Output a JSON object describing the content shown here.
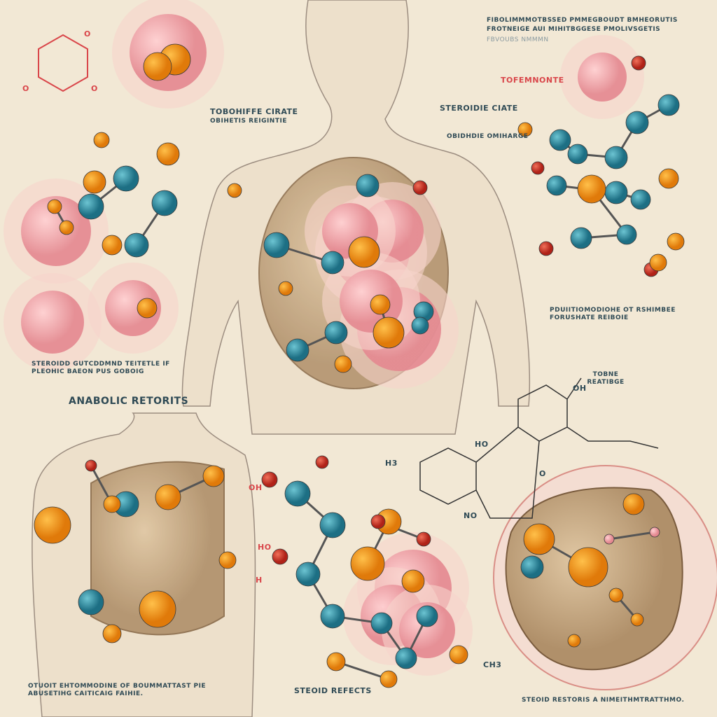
{
  "labels": {
    "top_right_heading": "FIBOLIMMMOTBSSED PMMEGBOUDT BMHEORUTIS",
    "top_right_heading_2": "FROTNEIGE AUI MIHITBGGESE PMOLIVSGETIS",
    "top_right_sub": "FBVOUBS NMMMN",
    "top_center_title": "TOBOHIFFE CIRATE",
    "top_center_sub": "OBIHETIS REIGINTIE",
    "steroid_ciate": "STEROIDIE CIATE",
    "steroid_sub": "OBIDHDIE OMIHARGE",
    "tofemnonte": "TOFEMNONTE",
    "right_mid_caption": "PDUIITIOMODIOHE OT RSHIMBEE FORUSHATE REIBOIE",
    "left_mid_caption": "STEROIDD GUTCDDMND TEITETLE IF PLEOHIC BAEON PUS GOBOIG",
    "anabolic": "ANABOLIC RETORITS",
    "bottom_left_caption": "OTUOIT EHTOMMODINE OF BOUMMATTAST PIE ABUSETIHG CAITICAIG FAIHIE.",
    "bottom_center": "STEOID REFECTS",
    "bottom_right_caption": "STEOID RESTORIS A NIMEITHMTRATTHMO.",
    "bond_labels": [
      "OH",
      "HO",
      "H",
      "CH3",
      "NO",
      "HO",
      "OH",
      "H3",
      "O",
      "O",
      "O",
      "O"
    ],
    "top_mid_right": "TOBNE REATIBGE"
  },
  "colors": {
    "background": "#f2e8d5",
    "atom_teal": "#2b8ea3",
    "atom_orange": "#f08a14",
    "atom_red": "#d8332a",
    "atom_pink": "#f0a0a6",
    "organ_pink": "#ee9ca4",
    "tissue_tan": "#c9ab86",
    "ink": "#2f4a55",
    "label_red": "#d9464a"
  },
  "icons": [
    "human-torso-figure",
    "molecule-model",
    "chemical-structure",
    "tissue-magnifier"
  ]
}
